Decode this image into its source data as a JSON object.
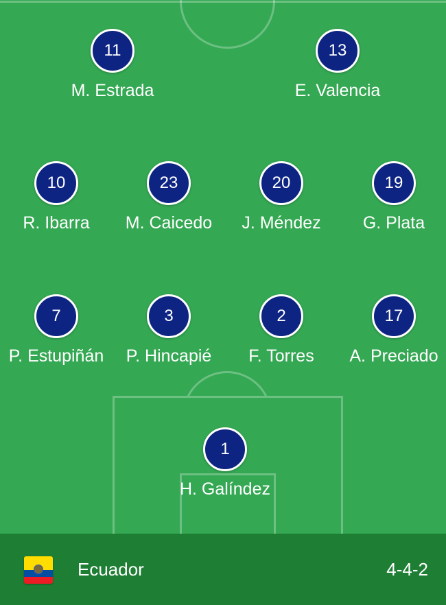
{
  "team": {
    "name": "Ecuador",
    "formation": "4-4-2",
    "flag_icon": "ecuador-flag-icon"
  },
  "colors": {
    "pitch": "#34a853",
    "footer": "#1e7e34",
    "player_badge": "#0d2483"
  },
  "players": [
    {
      "number": "11",
      "name": "M. Estrada"
    },
    {
      "number": "13",
      "name": "E. Valencia"
    },
    {
      "number": "10",
      "name": "R. Ibarra"
    },
    {
      "number": "23",
      "name": "M. Caicedo"
    },
    {
      "number": "20",
      "name": "J. Méndez"
    },
    {
      "number": "19",
      "name": "G. Plata"
    },
    {
      "number": "7",
      "name": "P. Estupiñán"
    },
    {
      "number": "3",
      "name": "P. Hincapié"
    },
    {
      "number": "2",
      "name": "F. Torres"
    },
    {
      "number": "17",
      "name": "A. Preciado"
    },
    {
      "number": "1",
      "name": "H. Galíndez"
    }
  ]
}
